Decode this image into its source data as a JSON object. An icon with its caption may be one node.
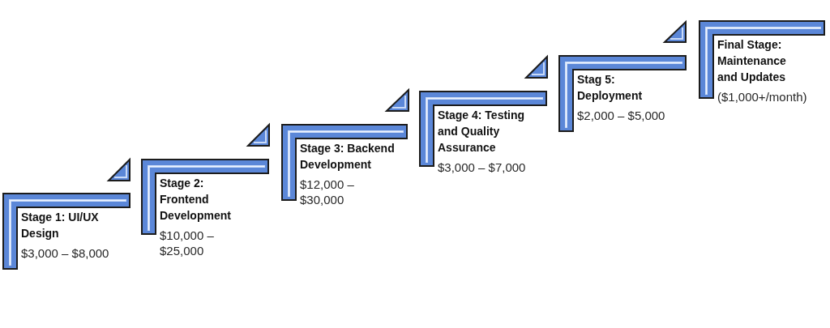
{
  "diagram": {
    "nodes": [
      {
        "text": [
          "Stage 1: UI/UX Design",
          "$3,000 – $8,000"
        ]
      },
      {
        "text": [],
        "shape": "triangle"
      },
      {
        "text": [
          "Stage 2: Frontend Development",
          "$10,000 – $25,000"
        ]
      },
      {
        "text": [],
        "shape": "triangle"
      },
      {
        "text": [
          "Stage 3: Backend Development",
          "$12,000 – $30,000"
        ]
      },
      {
        "text": [],
        "shape": "triangle"
      },
      {
        "text": [
          "Stage 4: Testing and Quality Assurance",
          "$3,000 – $7,000"
        ]
      },
      {
        "text": [],
        "shape": "triangle"
      },
      {
        "text": [
          "Stag 5: Deployment",
          "$2,000 – $5,000"
        ]
      },
      {
        "text": [],
        "shape": "triangle"
      },
      {
        "text": [
          "Final Stage: Maintenance and Updates",
          "($1,000+/month)"
        ]
      }
    ]
  }
}
